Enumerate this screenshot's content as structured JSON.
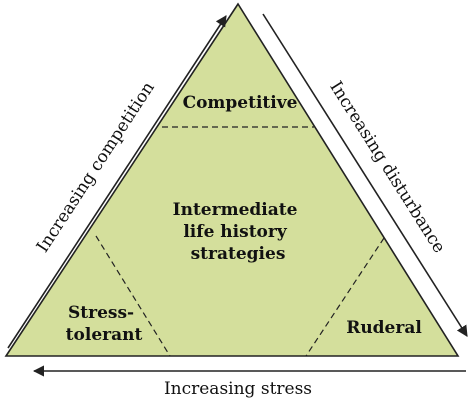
{
  "diagram": {
    "fill_color": "#d4df9c",
    "stroke_color": "#222222",
    "regions": {
      "competitive": "Competitive",
      "intermediate": [
        "Intermediate",
        "life history",
        "strategies"
      ],
      "stress_tolerant": [
        "Stress-",
        "tolerant"
      ],
      "ruderal": "Ruderal"
    },
    "axes": {
      "left": "Increasing competition",
      "right": "Increasing disturbance",
      "bottom": "Increasing stress"
    }
  }
}
